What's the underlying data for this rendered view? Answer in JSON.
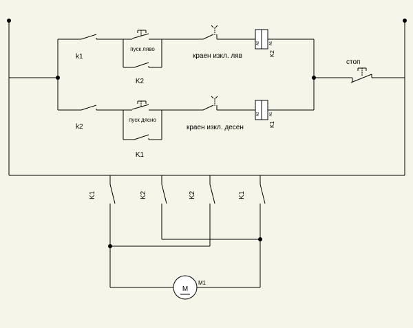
{
  "contacts": {
    "k1": "k1",
    "k2": "k2",
    "K1": "K1",
    "K2": "K2"
  },
  "buttons": {
    "start_left": "пуск ляво",
    "start_right": "пуск дясно",
    "stop": "стоп"
  },
  "limits": {
    "left": "краен изкл. ляв",
    "right": "краен изкл. десен"
  },
  "coils": {
    "top": {
      "name": "K2",
      "a1": "A1",
      "a2": "A2"
    },
    "bottom": {
      "name": "K1",
      "a1": "A1",
      "a2": "A2"
    }
  },
  "motor": {
    "symbol": "M",
    "name": "M1"
  }
}
